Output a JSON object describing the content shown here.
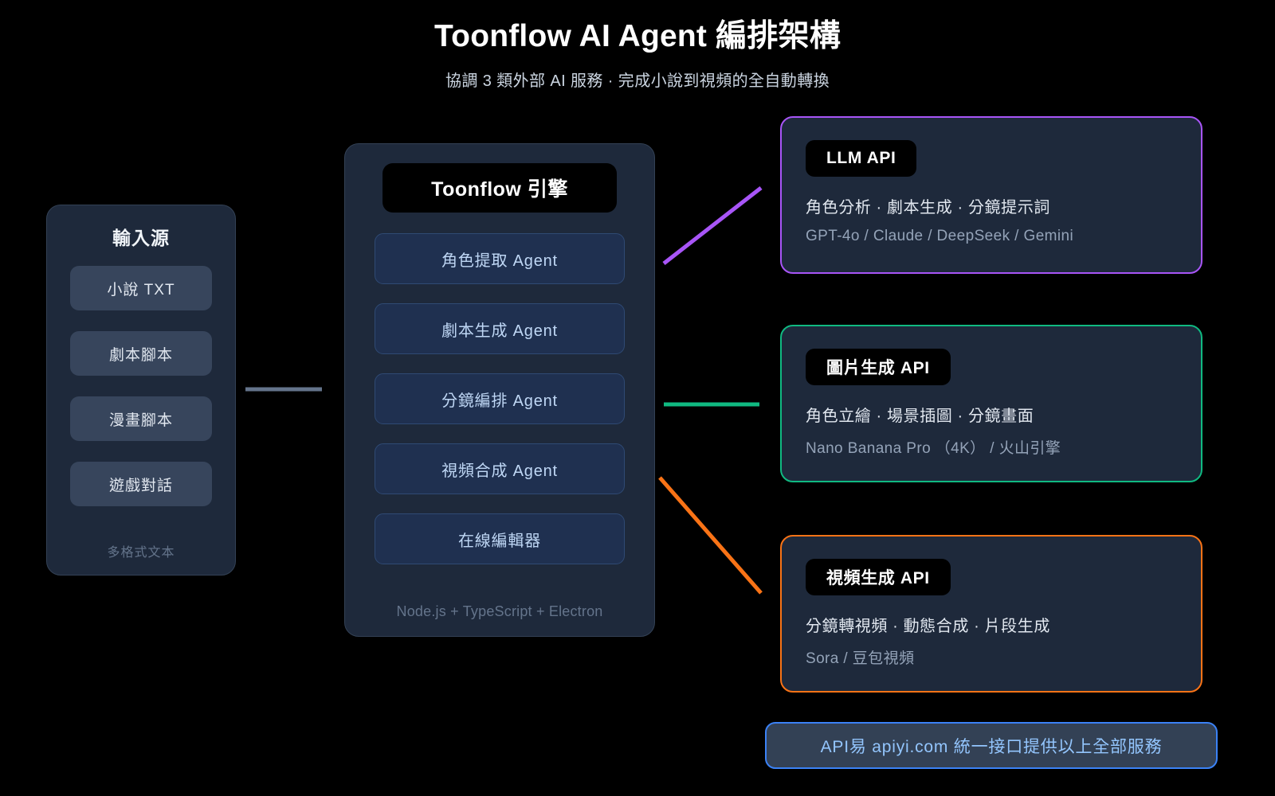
{
  "header": {
    "title": "Toonflow AI Agent 編排架構",
    "subtitle": "協調 3 類外部 AI 服務 · 完成小說到視頻的全自動轉換"
  },
  "input_panel": {
    "heading": "輸入源",
    "items": [
      {
        "label": "小說 TXT"
      },
      {
        "label": "劇本腳本"
      },
      {
        "label": "漫畫腳本"
      },
      {
        "label": "遊戲對話"
      }
    ],
    "footnote": "多格式文本"
  },
  "engine_panel": {
    "badge": "Toonflow 引擎",
    "agents": [
      {
        "label": "角色提取 Agent"
      },
      {
        "label": "劇本生成 Agent"
      },
      {
        "label": "分鏡編排 Agent"
      },
      {
        "label": "視頻合成 Agent"
      },
      {
        "label": "在線編輯器"
      }
    ],
    "footnote": "Node.js + TypeScript + Electron"
  },
  "api_cards": [
    {
      "badge": "LLM API",
      "description": "角色分析 · 劇本生成 · 分鏡提示詞",
      "models": "GPT-4o / Claude / DeepSeek / Gemini",
      "accent": "#a855f7"
    },
    {
      "badge": "圖片生成 API",
      "description": "角色立繪 · 場景插圖 · 分鏡畫面",
      "models": "Nano Banana Pro （4K） / 火山引擎",
      "accent": "#10b981"
    },
    {
      "badge": "視頻生成 API",
      "description": "分鏡轉視頻 · 動態合成 · 片段生成",
      "models": "Sora / 豆包視頻",
      "accent": "#f97316"
    }
  ],
  "footer": {
    "label": "API易 apiyi.com 統一接口提供以上全部服務",
    "accent": "#3b82f6"
  },
  "connectors": [
    {
      "name": "input-to-engine",
      "color": "#64748b"
    },
    {
      "name": "engine-to-llm",
      "color": "#a855f7"
    },
    {
      "name": "engine-to-image",
      "color": "#10b981"
    },
    {
      "name": "engine-to-video",
      "color": "#f97316"
    }
  ]
}
